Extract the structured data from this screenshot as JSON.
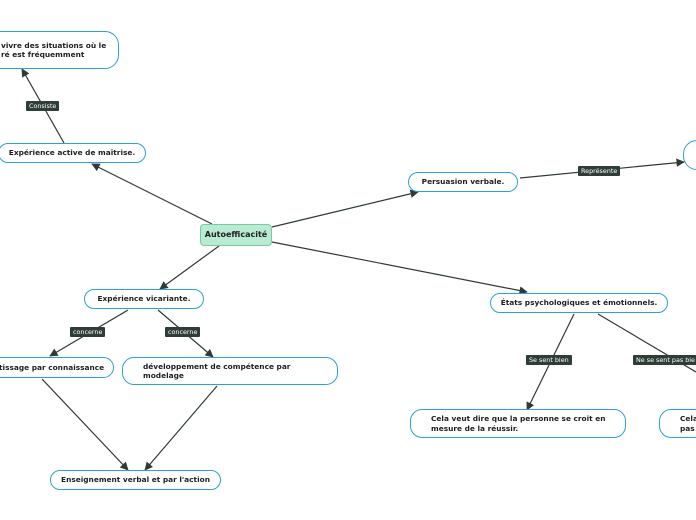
{
  "root": {
    "label": "Autoefficacité"
  },
  "nodes": {
    "maitrise": "Expérience active de maîtrise.",
    "vivre": "vivre des situations où le\nré est fréquemment",
    "persuasion": "Persuasion verbale.",
    "vicariante": "Expérience vicariante.",
    "etats": "États psychologiques et émotionnels.",
    "apprentissage": "tissage par connaissance",
    "developpement": "développement de compétence par\nmodelage",
    "enseignement": "Enseignement verbal et par l'action",
    "croit": "Cela veut dire que la personne se croit en\nmesure de la réussir.",
    "cela": "Cela\npas"
  },
  "links": {
    "consiste": "Consiste",
    "represente": "Représente",
    "concerne_left": "concerne",
    "concerne_right": "concerne",
    "sent_bien": "Se sent bien",
    "sent_pas_bien": "Ne se sent pas bie"
  },
  "colors": {
    "node_border": "#2e9fd8",
    "root_fill": "#b9ead2",
    "tag_fill": "#2f3d37",
    "line": "#2f3a36"
  }
}
